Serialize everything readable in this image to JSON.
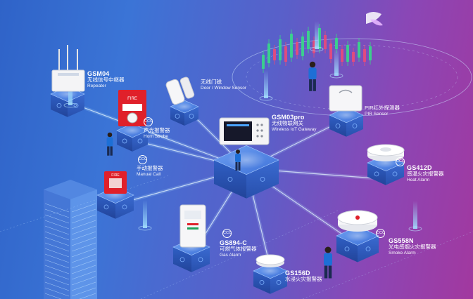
{
  "devices": {
    "repeater": {
      "code": "GSM04",
      "name_zh": "无线信号中继器",
      "name_en": "Repeater"
    },
    "door": {
      "name_zh": "无线门磁",
      "name_en": "Door / Window Sensor"
    },
    "gateway": {
      "code": "GSM03pro",
      "name_zh": "无线物联网关",
      "name_en": "Wireless IoT Gateway"
    },
    "pir": {
      "name_zh": "PIR红外探测器",
      "name_en": "PIR Sensor"
    },
    "horn": {
      "name_zh": "声光报警器",
      "name_en": "Horn Strobe"
    },
    "heat": {
      "code": "GS412D",
      "name_zh": "感温火灾报警器",
      "name_en": "Heat Alarm"
    },
    "manual": {
      "name_zh": "手动报警器",
      "name_en": "Manual Call"
    },
    "gas": {
      "code": "GS894-C",
      "name_zh": "可燃气体报警器",
      "name_en": "Gas Alarm"
    },
    "smoke": {
      "code": "GS558N",
      "name_zh": "光电感烟火灾报警器",
      "name_en": "Smoke Alarm"
    },
    "water": {
      "code": "GS156D",
      "name_zh": "水浸火灾报警器"
    }
  },
  "device_text": {
    "horn_fire": "FIRE",
    "manual_fire": "FIRE"
  },
  "badge_text": "CCC",
  "colors": {
    "bg_left": "#2f63c8",
    "bg_right": "#a2389f",
    "cube_top": "#4f86e8",
    "cube_side": "#2a56b8",
    "candle_green": "#39d68a",
    "candle_red": "#e84a7a",
    "alarm_red": "#e0202a"
  }
}
